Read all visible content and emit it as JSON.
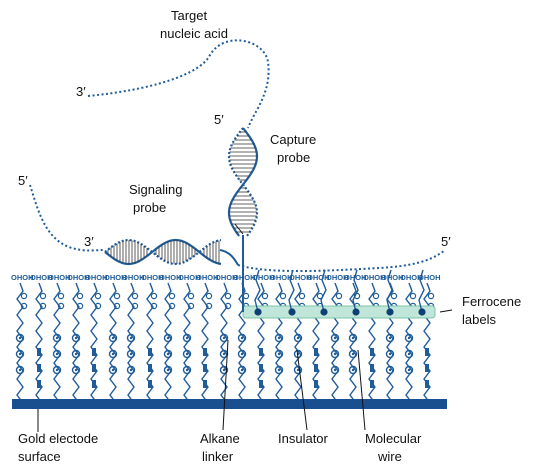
{
  "labels": {
    "target_line1": "Target",
    "target_line2": "nucleic acid",
    "capture_line1": "Capture",
    "capture_line2": "probe",
    "signaling_line1": "Signaling",
    "signaling_line2": "probe",
    "ferrocene_line1": "Ferrocene",
    "ferrocene_line2": "labels",
    "gold_line1": "Gold electode",
    "gold_line2": "surface",
    "alkane_line1": "Alkane",
    "alkane_line2": "linker",
    "insulator": "Insulator",
    "wire_line1": "Molecular",
    "wire_line2": "wire"
  },
  "ends": {
    "target_3prime": "3′",
    "capture_5prime": "5′",
    "left_5prime": "5′",
    "signal_3prime": "3′",
    "right_5prime": "5′"
  },
  "monolayer_group": "OHOH",
  "colors": {
    "dna": "#1f5c99",
    "electrode": "#1a4f8f",
    "ferrocene_band": "#bfe6d8",
    "ferrocene_dot": "#0d3f73",
    "text": "#111111"
  }
}
